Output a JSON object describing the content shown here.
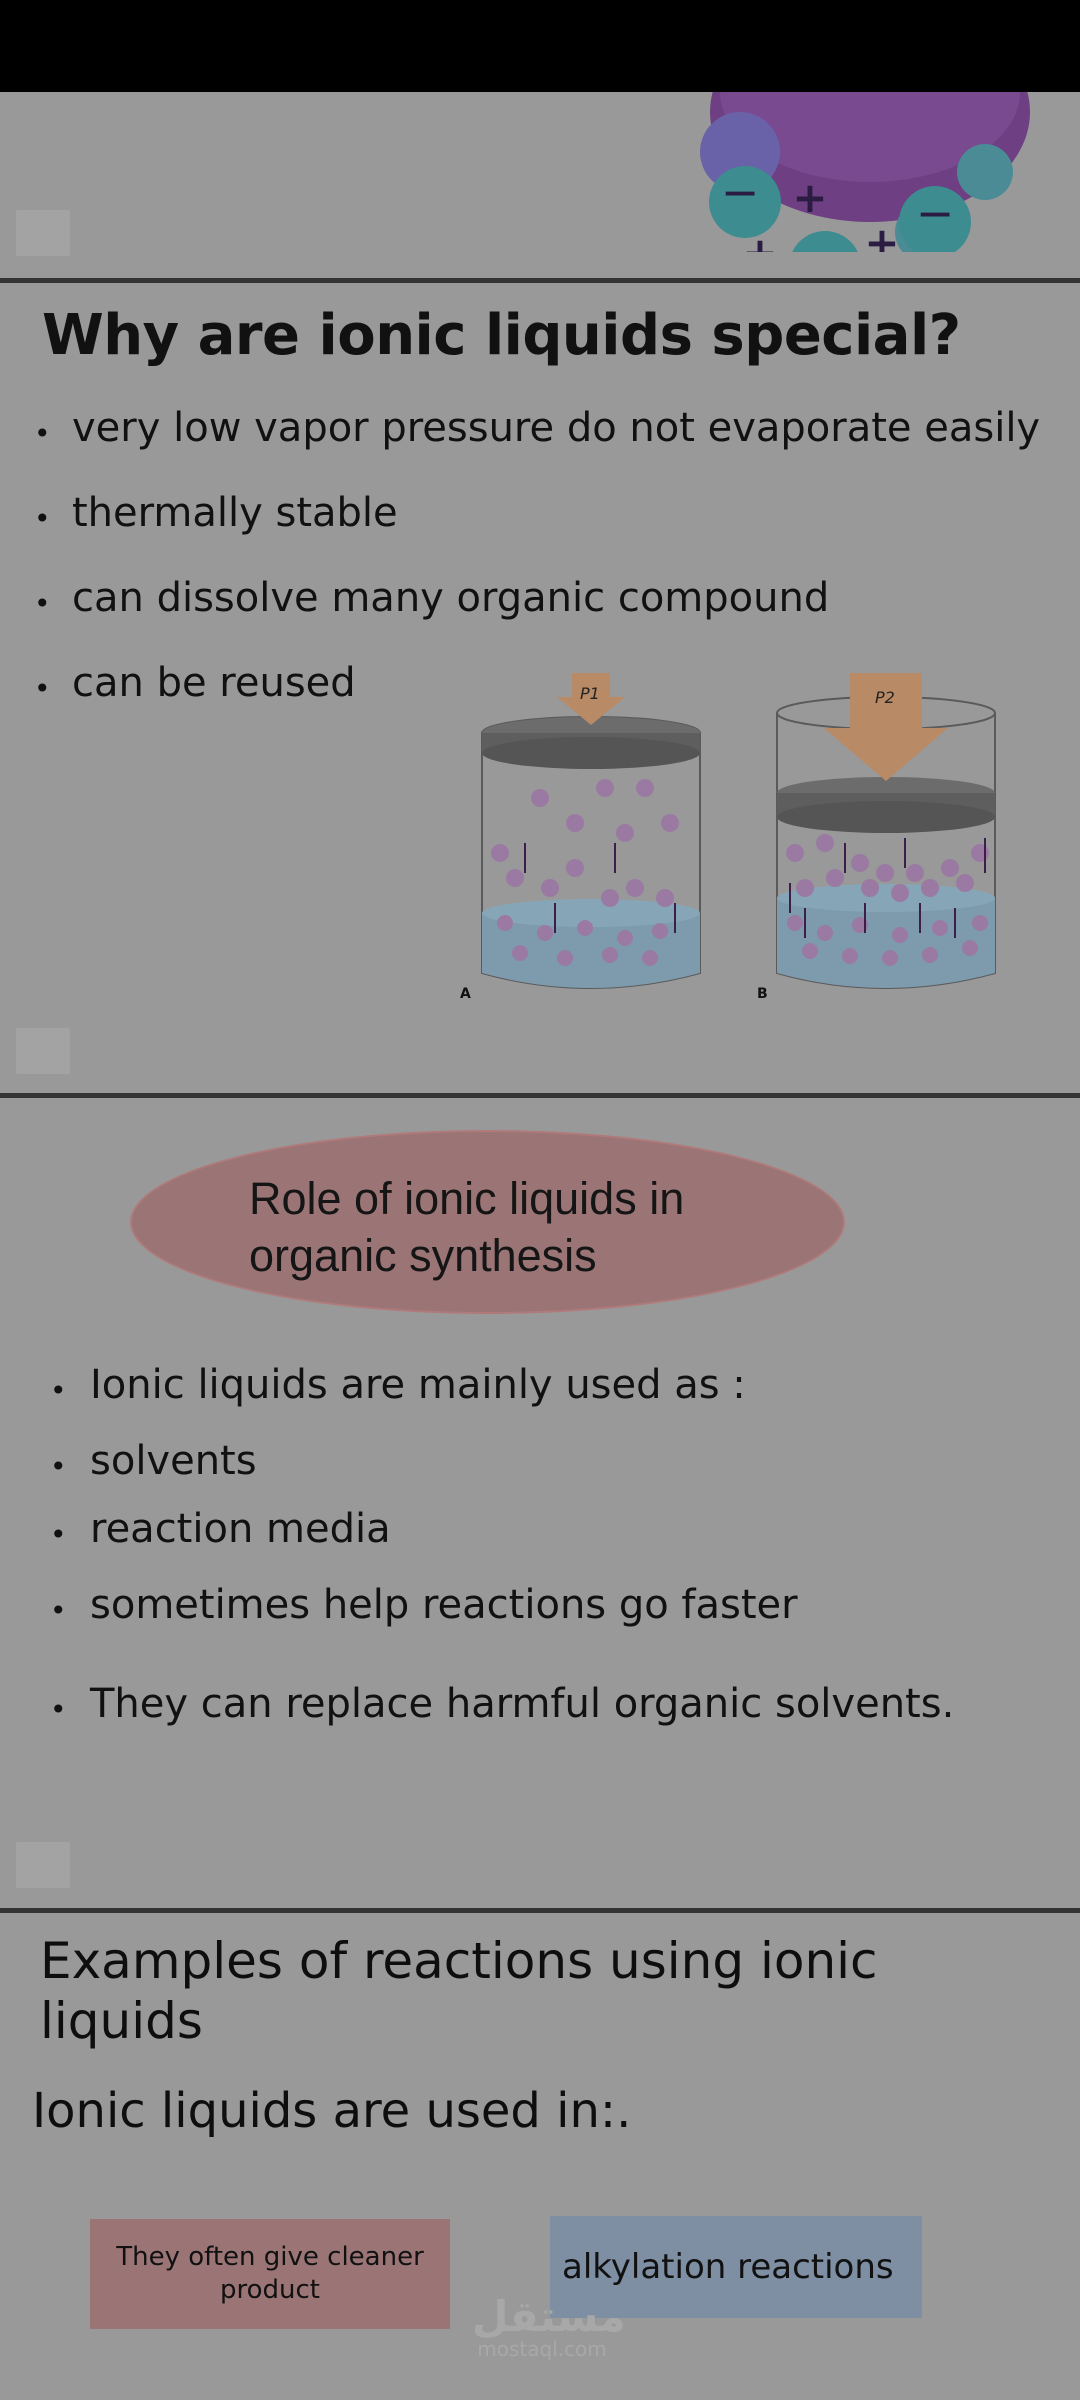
{
  "slides": [
    {
      "id": "slide-1-partial",
      "image": "ionic-particles-illustration"
    },
    {
      "id": "slide-2",
      "title": "Why are ionic liquids special?",
      "bullets": [
        "very low vapor pressure do not evaporate easily",
        "thermally stable",
        "can dissolve many organic compound",
        "can be reused"
      ],
      "figure": {
        "labels": [
          "P1",
          "P2"
        ],
        "panels": [
          "A",
          "B"
        ]
      }
    },
    {
      "id": "slide-3",
      "title": "Role of ionic liquids in organic synthesis",
      "bullets": [
        "Ionic liquids are mainly used as :",
        "solvents",
        "reaction media",
        "sometimes help reactions go faster",
        "They can replace harmful organic solvents."
      ]
    },
    {
      "id": "slide-4",
      "title": "Examples of reactions using ionic liquids",
      "subtitle": "Ionic liquids are used in:.",
      "box_left": "They often give cleaner product",
      "box_right": "alkylation reactions"
    }
  ],
  "watermark": {
    "arabic": "مستقل",
    "latin": "mostaql.com"
  },
  "colors": {
    "background": "#999999",
    "status_bar": "#000000",
    "oval": "#9b7576",
    "box_red": "#9b7576",
    "box_blue": "#7e8ea3"
  }
}
